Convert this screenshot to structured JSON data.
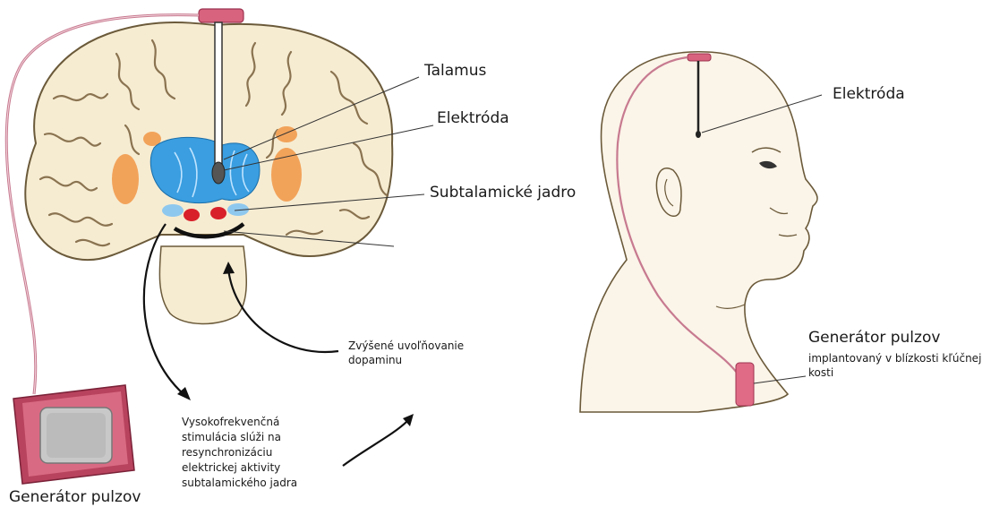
{
  "labels": {
    "talamus": "Talamus",
    "elektroda_brain": "Elektróda",
    "subtalamicke_jadro": "Subtalamické jadro",
    "dopamin_line1": "Zvýšené uvoľňovanie",
    "dopamin_line2": "dopaminu",
    "stim_line1": "Vysokofrekvenčná",
    "stim_line2": "stimulácia slúži na",
    "stim_line3": "resynchronizáciu",
    "stim_line4": "elektrickej aktivity",
    "stim_line5": "subtalamického jadra",
    "generator_left": "Generátor pulzov",
    "elektroda_head": "Elektróda",
    "generator_right": "Generátor pulzov",
    "generator_right_sub1": "implantovaný v blízkosti kľúčnej",
    "generator_right_sub2": "kosti"
  },
  "colors": {
    "cortex": "#f6ecd2",
    "cortex_outline": "#6b5a3a",
    "sulci": "#8a7350",
    "thalamus": "#3a9ee0",
    "basal_ganglia": "#f2a35a",
    "stn": "#d8202a",
    "generator": "#c8506a",
    "skin": "#fbf4e8",
    "lead": "#c77a90"
  }
}
